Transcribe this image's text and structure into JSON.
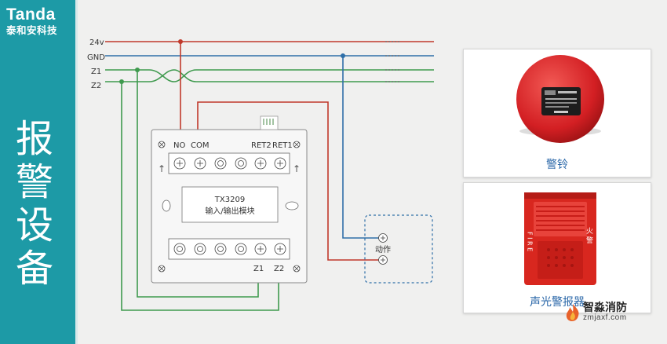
{
  "brand": {
    "name": "Tanda",
    "subtitle": "泰和安科技"
  },
  "sidebar_title": [
    "报",
    "警",
    "设",
    "备"
  ],
  "bus_lines": [
    "24v",
    "GND",
    "Z1",
    "Z2"
  ],
  "module": {
    "top_terminals": {
      "no": "NO",
      "com": "COM",
      "ret2": "RET2",
      "ret1": "RET1"
    },
    "model": "TX3209",
    "name": "输入/输出模块",
    "bottom_terminals": {
      "z1": "Z1",
      "z2": "Z2"
    }
  },
  "device_terminal_label": "动作",
  "cards": [
    {
      "label": "警铃"
    },
    {
      "label": "声光警报器"
    }
  ],
  "strobe_text": {
    "left": "F I R E",
    "right": "火 警"
  },
  "watermark": {
    "cn": "智淼消防",
    "en": "zmjaxf.com"
  },
  "colors": {
    "line_24v": "#c0392b",
    "line_gnd": "#2f6fa8",
    "line_z": "#3f9a4e",
    "accent": "#1d9aa6"
  }
}
